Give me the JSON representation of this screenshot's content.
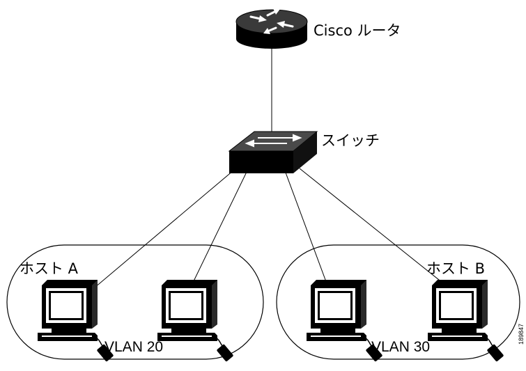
{
  "labels": {
    "router": "Cisco ルータ",
    "switch": "スイッチ",
    "host_a": "ホスト A",
    "host_b": "ホスト B",
    "vlan_left": "VLAN 20",
    "vlan_right": "VLAN 30",
    "figure_id": "189847"
  },
  "colors": {
    "line": "#000000",
    "device_fill": "#000000",
    "device_top": "#3a3a3a",
    "background": "#ffffff"
  },
  "icons": [
    "router-icon",
    "switch-icon",
    "computer-icon"
  ]
}
